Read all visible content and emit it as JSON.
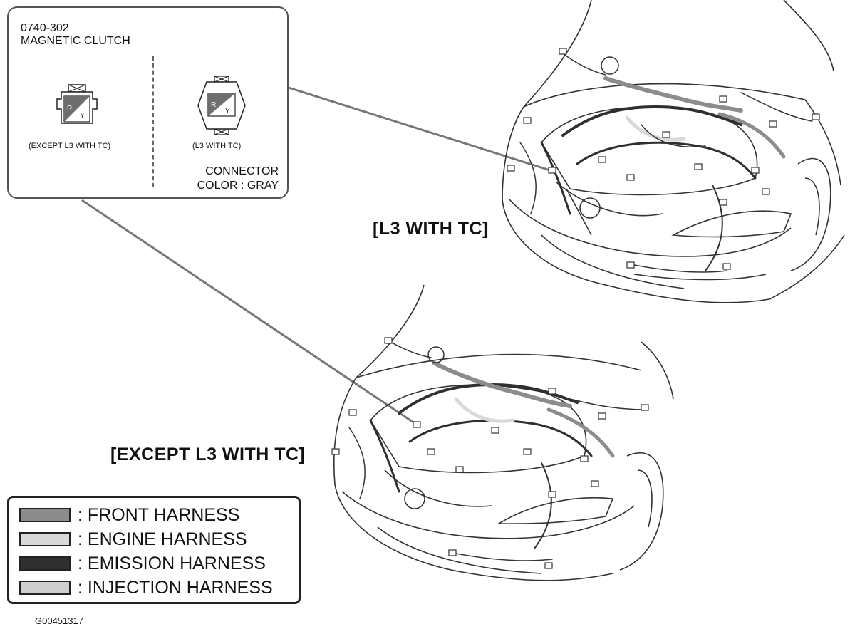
{
  "callout": {
    "connector_code": "0740-302",
    "connector_name": "MAGNETIC CLUTCH",
    "left_variant_label": "(EXCEPT L3 WITH TC)",
    "right_variant_label": "(L3 WITH TC)",
    "connector_color_line1": "CONNECTOR",
    "connector_color_line2": "COLOR : GRAY",
    "pin_r": "R",
    "pin_y": "Y"
  },
  "section_labels": {
    "l3_with_tc": "[L3 WITH TC]",
    "except_l3_with_tc": "[EXCEPT L3 WITH TC]"
  },
  "legend": {
    "items": [
      {
        "label": ": FRONT HARNESS",
        "color": "#8c8c8c"
      },
      {
        "label": ": ENGINE HARNESS",
        "color": "#d9d9d9"
      },
      {
        "label": ": EMISSION HARNESS",
        "color": "#2f2f2f"
      },
      {
        "label": ": INJECTION HARNESS",
        "color": "#cfcfcf"
      }
    ]
  },
  "figure_id": "G00451317",
  "colors": {
    "front_harness": "#8c8c8c",
    "engine_harness": "#d9d9d9",
    "emission_harness": "#2f2f2f",
    "injection_harness": "#cfcfcf",
    "outline": "#333333"
  }
}
